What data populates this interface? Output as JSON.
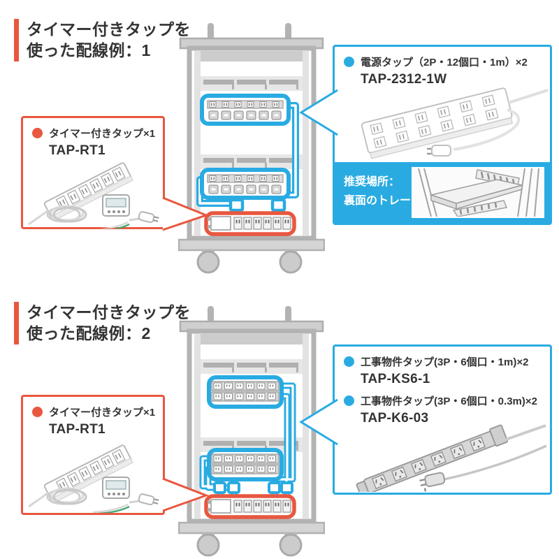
{
  "accent": {
    "blue": "#29ABE2",
    "orange": "#E8573F"
  },
  "section1": {
    "heading": {
      "line1": "タイマー付きタップを",
      "line2": "使った配線例：1"
    },
    "power_callout": {
      "label": "電源タップ（2P・12個口・1m）×2",
      "model": "TAP-2312-1W",
      "note_line1": "推奨場所：",
      "note_line2": "裏面のトレー"
    },
    "timer_callout": {
      "label": "タイマー付きタップ×1",
      "model": "TAP-RT1"
    }
  },
  "section2": {
    "heading": {
      "line1": "タイマー付きタップを",
      "line2": "使った配線例：2"
    },
    "power_callout": {
      "item1_label": "工事物件タップ(3P・6個口・1m)×2",
      "item1_model": "TAP-KS6-1",
      "item2_label": "工事物件タップ(3P・6個口・0.3m)×2",
      "item2_model": "TAP-K6-03"
    },
    "timer_callout": {
      "label": "タイマー付きタップ×1",
      "model": "TAP-RT1"
    }
  }
}
